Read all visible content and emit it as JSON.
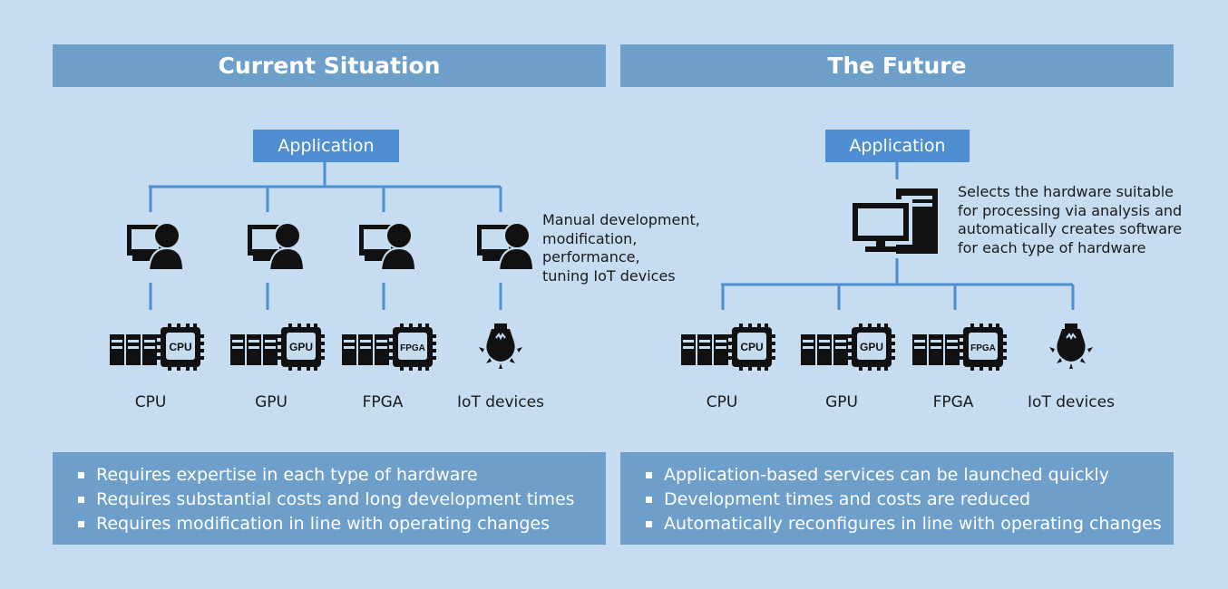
{
  "colors": {
    "background": "#c6dcf0",
    "header": "#6e9fcb",
    "app_box": "#4f8ed0",
    "line": "#4f8ed0",
    "icon": "#111111"
  },
  "left": {
    "title": "Current Situation",
    "application": "Application",
    "note": [
      "Manual development,",
      "modification,",
      "performance,",
      "tuning IoT devices"
    ],
    "hardware": [
      {
        "label": "CPU",
        "chip": "CPU",
        "icon": "server-chip-icon"
      },
      {
        "label": "GPU",
        "chip": "GPU",
        "icon": "server-chip-icon"
      },
      {
        "label": "FPGA",
        "chip": "FPGA",
        "icon": "server-chip-icon"
      },
      {
        "label": "IoT devices",
        "icon": "light-bulb-icon"
      }
    ],
    "bullets": [
      "Requires expertise in each type of hardware",
      "Requires substantial costs and long development times",
      "Requires modification in line with operating changes"
    ]
  },
  "right": {
    "title": "The Future",
    "application": "Application",
    "note": [
      "Selects the hardware suitable",
      "for processing via analysis and",
      "automatically creates software",
      "for each type of hardware"
    ],
    "hardware": [
      {
        "label": "CPU",
        "chip": "CPU",
        "icon": "server-chip-icon"
      },
      {
        "label": "GPU",
        "chip": "GPU",
        "icon": "server-chip-icon"
      },
      {
        "label": "FPGA",
        "chip": "FPGA",
        "icon": "server-chip-icon"
      },
      {
        "label": "IoT devices",
        "icon": "light-bulb-icon"
      }
    ],
    "bullets": [
      "Application-based services can be launched quickly",
      "Development times and costs are reduced",
      "Automatically reconfigures in line with operating changes"
    ]
  }
}
